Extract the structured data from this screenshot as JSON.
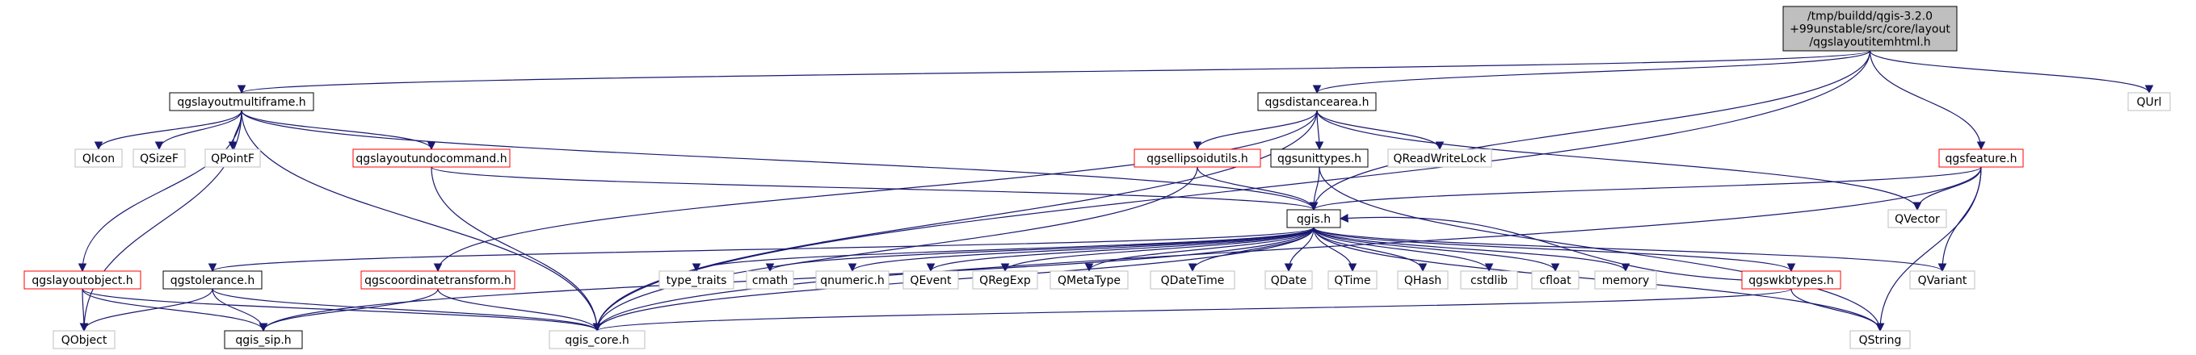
{
  "diagram": {
    "title": "",
    "colors": {
      "edge": "#191970",
      "root_fill": "#bfbfbf",
      "normal_border": "#000000",
      "red_border": "#ff0000",
      "grey_border": "#bfbfbf",
      "background": "#ffffff"
    },
    "nodes": [
      {
        "id": "root",
        "lines": [
          "/tmp/buildd/qgis-3.2.0",
          "+99unstable/src/core/layout",
          "/qgslayoutitemhtml.h"
        ],
        "style": "root"
      },
      {
        "id": "multiframe",
        "lines": [
          "qgslayoutmultiframe.h"
        ],
        "style": "normal"
      },
      {
        "id": "distancearea",
        "lines": [
          "qgsdistancearea.h"
        ],
        "style": "normal"
      },
      {
        "id": "qurl",
        "lines": [
          "QUrl"
        ],
        "style": "grey"
      },
      {
        "id": "qicon",
        "lines": [
          "QIcon"
        ],
        "style": "grey"
      },
      {
        "id": "qsizef",
        "lines": [
          "QSizeF"
        ],
        "style": "grey"
      },
      {
        "id": "qpointf",
        "lines": [
          "QPointF"
        ],
        "style": "grey"
      },
      {
        "id": "undocommand",
        "lines": [
          "qgslayoutundocommand.h"
        ],
        "style": "red"
      },
      {
        "id": "ellipsoid",
        "lines": [
          "qgsellipsoidutils.h"
        ],
        "style": "red"
      },
      {
        "id": "unittypes",
        "lines": [
          "qgsunittypes.h"
        ],
        "style": "normal"
      },
      {
        "id": "qrwlock",
        "lines": [
          "QReadWriteLock"
        ],
        "style": "grey"
      },
      {
        "id": "feature",
        "lines": [
          "qgsfeature.h"
        ],
        "style": "red"
      },
      {
        "id": "qgis",
        "lines": [
          "qgis.h"
        ],
        "style": "normal"
      },
      {
        "id": "qvector",
        "lines": [
          "QVector"
        ],
        "style": "grey"
      },
      {
        "id": "layoutobject",
        "lines": [
          "qgslayoutobject.h"
        ],
        "style": "red"
      },
      {
        "id": "tolerance",
        "lines": [
          "qgstolerance.h"
        ],
        "style": "normal"
      },
      {
        "id": "coordtransform",
        "lines": [
          "qgscoordinatetransform.h"
        ],
        "style": "red"
      },
      {
        "id": "type_traits",
        "lines": [
          "type_traits"
        ],
        "style": "grey"
      },
      {
        "id": "cmath",
        "lines": [
          "cmath"
        ],
        "style": "grey"
      },
      {
        "id": "qnumeric",
        "lines": [
          "qnumeric.h"
        ],
        "style": "grey"
      },
      {
        "id": "qevent",
        "lines": [
          "QEvent"
        ],
        "style": "grey"
      },
      {
        "id": "qregexp",
        "lines": [
          "QRegExp"
        ],
        "style": "grey"
      },
      {
        "id": "qmetatype",
        "lines": [
          "QMetaType"
        ],
        "style": "grey"
      },
      {
        "id": "qdatetime",
        "lines": [
          "QDateTime"
        ],
        "style": "grey"
      },
      {
        "id": "qdate",
        "lines": [
          "QDate"
        ],
        "style": "grey"
      },
      {
        "id": "qtime",
        "lines": [
          "QTime"
        ],
        "style": "grey"
      },
      {
        "id": "qhash",
        "lines": [
          "QHash"
        ],
        "style": "grey"
      },
      {
        "id": "cstdlib",
        "lines": [
          "cstdlib"
        ],
        "style": "grey"
      },
      {
        "id": "cfloat",
        "lines": [
          "cfloat"
        ],
        "style": "grey"
      },
      {
        "id": "memory",
        "lines": [
          "memory"
        ],
        "style": "grey"
      },
      {
        "id": "wkbtypes",
        "lines": [
          "qgswkbtypes.h"
        ],
        "style": "red"
      },
      {
        "id": "qvariant",
        "lines": [
          "QVariant"
        ],
        "style": "grey"
      },
      {
        "id": "qobject",
        "lines": [
          "QObject"
        ],
        "style": "grey"
      },
      {
        "id": "sip",
        "lines": [
          "qgis_sip.h"
        ],
        "style": "normal"
      },
      {
        "id": "core",
        "lines": [
          "qgis_core.h"
        ],
        "style": "grey"
      },
      {
        "id": "qstring",
        "lines": [
          "QString"
        ],
        "style": "grey"
      }
    ],
    "edges": [
      [
        "root",
        "multiframe"
      ],
      [
        "root",
        "distancearea"
      ],
      [
        "root",
        "qurl"
      ],
      [
        "root",
        "qgis"
      ],
      [
        "root",
        "feature"
      ],
      [
        "root",
        "core"
      ],
      [
        "multiframe",
        "qicon"
      ],
      [
        "multiframe",
        "qsizef"
      ],
      [
        "multiframe",
        "qpointf"
      ],
      [
        "multiframe",
        "undocommand"
      ],
      [
        "multiframe",
        "qgis"
      ],
      [
        "multiframe",
        "layoutobject"
      ],
      [
        "multiframe",
        "qobject"
      ],
      [
        "multiframe",
        "core"
      ],
      [
        "distancearea",
        "ellipsoid"
      ],
      [
        "distancearea",
        "unittypes"
      ],
      [
        "distancearea",
        "qrwlock"
      ],
      [
        "distancearea",
        "qvector"
      ],
      [
        "distancearea",
        "coordtransform"
      ],
      [
        "distancearea",
        "core"
      ],
      [
        "undocommand",
        "qgis"
      ],
      [
        "undocommand",
        "core"
      ],
      [
        "ellipsoid",
        "qgis"
      ],
      [
        "ellipsoid",
        "core"
      ],
      [
        "unittypes",
        "qgis"
      ],
      [
        "unittypes",
        "qstring"
      ],
      [
        "feature",
        "qgis"
      ],
      [
        "feature",
        "qvector"
      ],
      [
        "feature",
        "qvariant"
      ],
      [
        "feature",
        "qstring"
      ],
      [
        "feature",
        "core"
      ],
      [
        "qgis",
        "tolerance"
      ],
      [
        "qgis",
        "sip"
      ],
      [
        "qgis",
        "type_traits"
      ],
      [
        "qgis",
        "cmath"
      ],
      [
        "qgis",
        "qnumeric"
      ],
      [
        "qgis",
        "qevent"
      ],
      [
        "qgis",
        "qregexp"
      ],
      [
        "qgis",
        "qmetatype"
      ],
      [
        "qgis",
        "qdatetime"
      ],
      [
        "qgis",
        "qdate"
      ],
      [
        "qgis",
        "qtime"
      ],
      [
        "qgis",
        "qhash"
      ],
      [
        "qgis",
        "cstdlib"
      ],
      [
        "qgis",
        "cfloat"
      ],
      [
        "qgis",
        "memory"
      ],
      [
        "qgis",
        "wkbtypes"
      ],
      [
        "qgis",
        "qvariant"
      ],
      [
        "qgis",
        "qstring"
      ],
      [
        "qgis",
        "core"
      ],
      [
        "layoutobject",
        "qobject"
      ],
      [
        "layoutobject",
        "sip"
      ],
      [
        "layoutobject",
        "core"
      ],
      [
        "tolerance",
        "qobject"
      ],
      [
        "tolerance",
        "sip"
      ],
      [
        "tolerance",
        "core"
      ],
      [
        "coordtransform",
        "sip"
      ],
      [
        "coordtransform",
        "core"
      ],
      [
        "wkbtypes",
        "qgis"
      ],
      [
        "wkbtypes",
        "qstring"
      ],
      [
        "wkbtypes",
        "core"
      ]
    ]
  }
}
